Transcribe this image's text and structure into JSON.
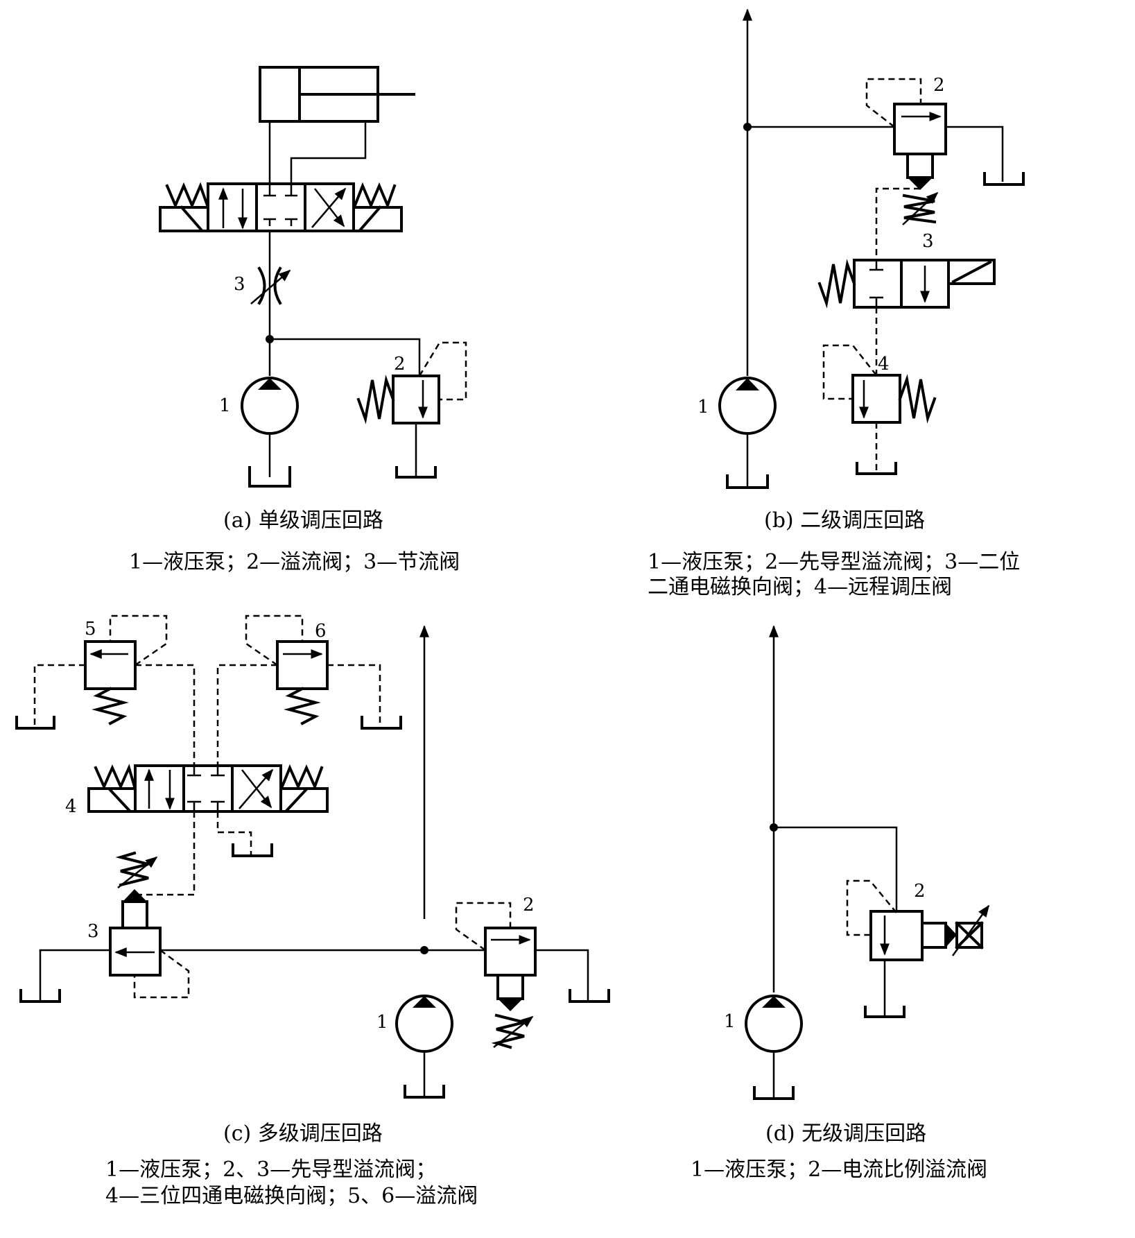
{
  "panels": {
    "a": {
      "title": "(a) 单级调压回路",
      "legend": "1—液压泵；2—溢流阀；3—节流阀",
      "labels": [
        "1",
        "2",
        "3"
      ]
    },
    "b": {
      "title": "(b) 二级调压回路",
      "legend_line1": "1—液压泵；2—先导型溢流阀；3—二位",
      "legend_line2": "二通电磁换向阀；4—远程调压阀",
      "labels": [
        "1",
        "2",
        "3",
        "4"
      ]
    },
    "c": {
      "title": "(c) 多级调压回路",
      "legend_line1": "1—液压泵；2、3—先导型溢流阀；",
      "legend_line2": "4—三位四通电磁换向阀；5、6—溢流阀",
      "labels": [
        "1",
        "2",
        "3",
        "4",
        "5",
        "6"
      ]
    },
    "d": {
      "title": "(d) 无级调压回路",
      "legend": "1—液压泵；2—电流比例溢流阀",
      "labels": [
        "1",
        "2"
      ]
    }
  }
}
